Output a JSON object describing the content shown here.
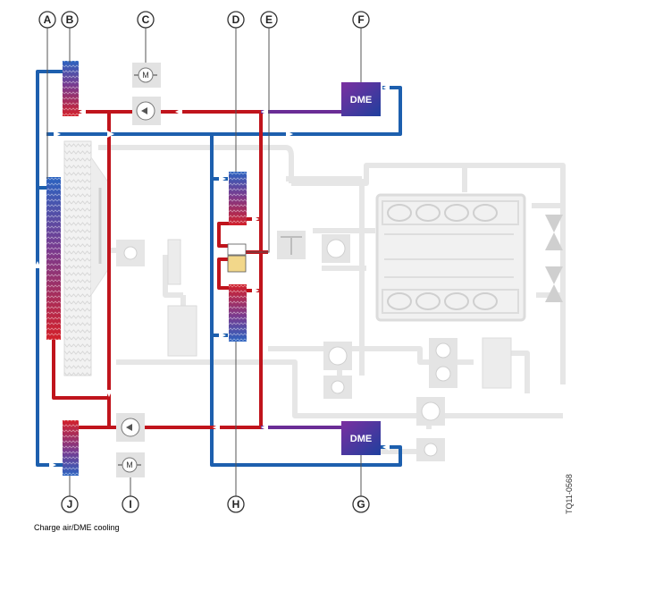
{
  "callouts": {
    "a": "A",
    "b": "B",
    "c": "C",
    "d": "D",
    "e": "E",
    "f": "F",
    "g": "G",
    "h": "H",
    "i": "I",
    "j": "J"
  },
  "components": {
    "dme_top_label": "DME",
    "dme_bottom_label": "DME",
    "pump_motor_label": "M"
  },
  "caption": "Charge air/DME cooling",
  "figure_code": "TQ11-0568",
  "colors": {
    "hot_line": "#c0141c",
    "cold_line": "#1d5fae",
    "dme_line": "#6a2d96",
    "engine_gray": "#e6e6e6"
  }
}
